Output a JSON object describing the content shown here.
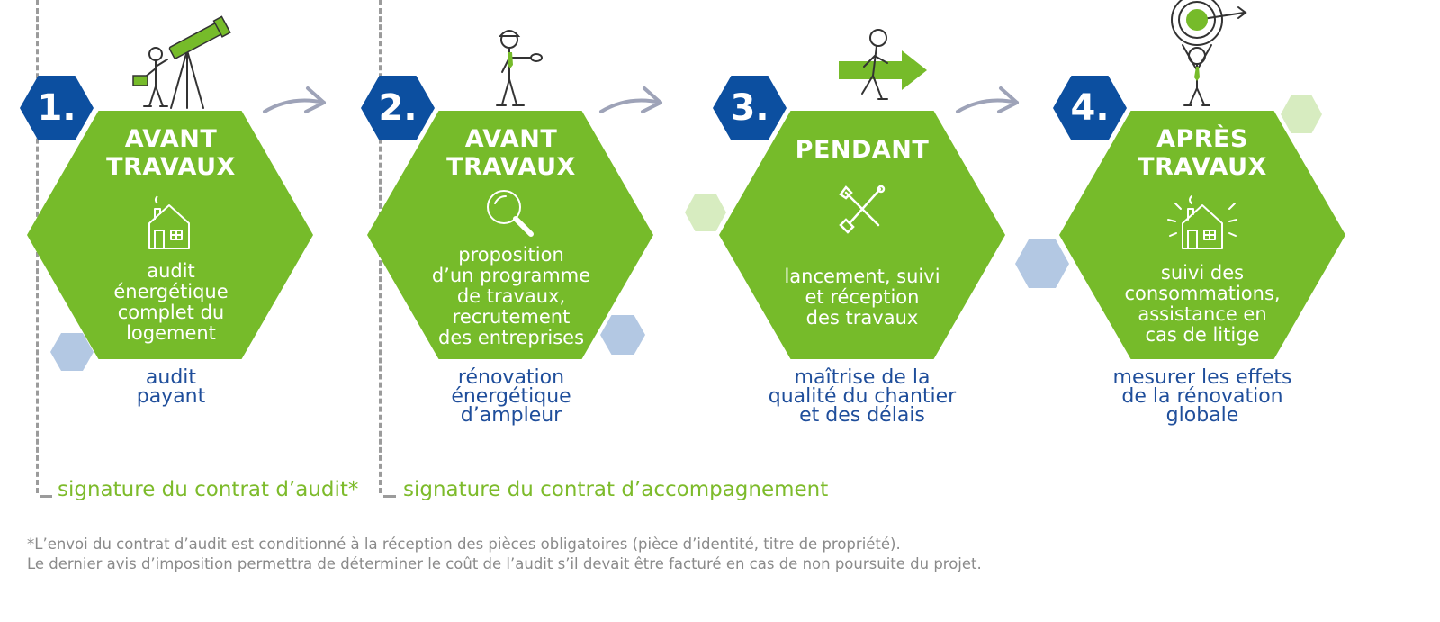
{
  "colors": {
    "green": "#76bb2a",
    "navy": "#0c4fa0",
    "light_blue": "#b3c8e3",
    "light_green": "#d7ecc0",
    "arrow_gray": "#9ea3b8",
    "outcome_blue": "#1f4e9b",
    "signature_green": "#7dbb2b"
  },
  "steps": [
    {
      "number": "1.",
      "phase_line1": "AVANT",
      "phase_line2": "TRAVAUX",
      "icon": "house-icon",
      "description": "audit\nénergétique\ncomplet du\nlogement",
      "outcome": "audit\npayant",
      "illustration": "person-with-telescope"
    },
    {
      "number": "2.",
      "phase_line1": "AVANT",
      "phase_line2": "TRAVAUX",
      "icon": "magnifier-icon",
      "description": "proposition\nd’un programme\nde travaux,\nrecrutement\ndes entreprises",
      "outcome": "rénovation\nénergétique\nd’ampleur",
      "illustration": "worker-with-hardhat"
    },
    {
      "number": "3.",
      "phase_line1": "PENDANT",
      "phase_line2": "",
      "icon": "tools-icon",
      "description": "lancement, suivi\net réception\ndes travaux",
      "outcome": "maîtrise de la\nqualité du chantier\net des délais",
      "illustration": "person-carrying-arrow"
    },
    {
      "number": "4.",
      "phase_line1": "APRÈS",
      "phase_line2": "TRAVAUX",
      "icon": "house-glow-icon",
      "description": "suivi des\nconsommations,\nassistance en\ncas de litige",
      "outcome": "mesurer les effets\nde la rénovation\nglobale",
      "illustration": "person-holding-target"
    }
  ],
  "signatures": {
    "audit": "signature du contrat d’audit*",
    "accompagnement": "signature du contrat d’accompagnement"
  },
  "footnote": {
    "line1": "*L’envoi du contrat d’audit est conditionné à la réception des pièces obligatoires (pièce d’identité, titre de propriété).",
    "line2": "Le dernier avis d’imposition permettra de déterminer le coût de l’audit s’il devait être facturé en cas de non poursuite du projet."
  }
}
